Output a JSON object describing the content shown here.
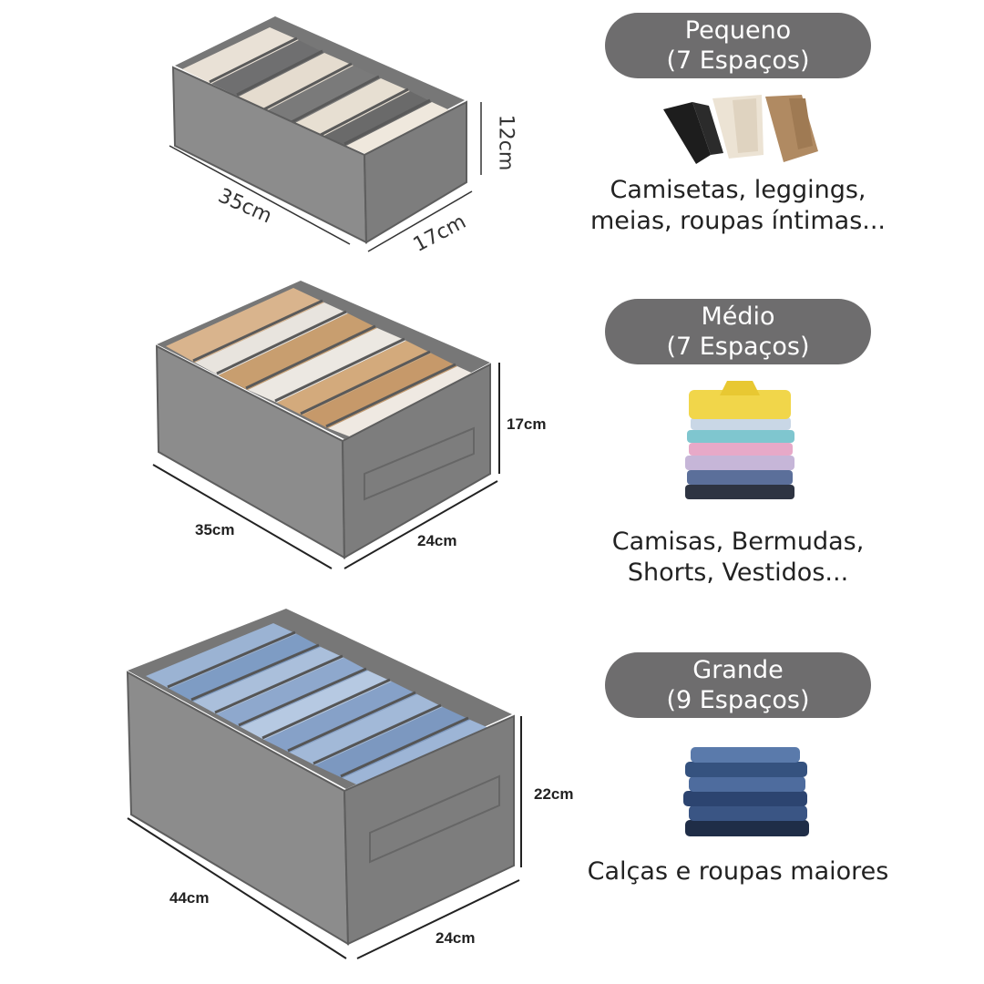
{
  "sections": [
    {
      "size_label": "Pequeno",
      "spaces_label": "(7 Espaços)",
      "description_line1": "Camisetas, leggings,",
      "description_line2": "meias, roupas íntimas...",
      "dim_length": "35cm",
      "dim_width": "17cm",
      "dim_height": "12cm"
    },
    {
      "size_label": "Médio",
      "spaces_label": "(7 Espaços)",
      "description_line1": "Camisas, Bermudas,",
      "description_line2": "Shorts, Vestidos...",
      "dim_length": "35cm",
      "dim_width": "24cm",
      "dim_height": "17cm"
    },
    {
      "size_label": "Grande",
      "spaces_label": "(9 Espaços)",
      "description_line1": "Calças e roupas maiores",
      "dim_length": "44cm",
      "dim_width": "24cm",
      "dim_height": "22cm"
    }
  ],
  "colors": {
    "pill": "#6e6d6e",
    "box_front": "#8a8a8a",
    "box_side": "#7b7b7b",
    "box_edge": "#5c5c5c"
  }
}
